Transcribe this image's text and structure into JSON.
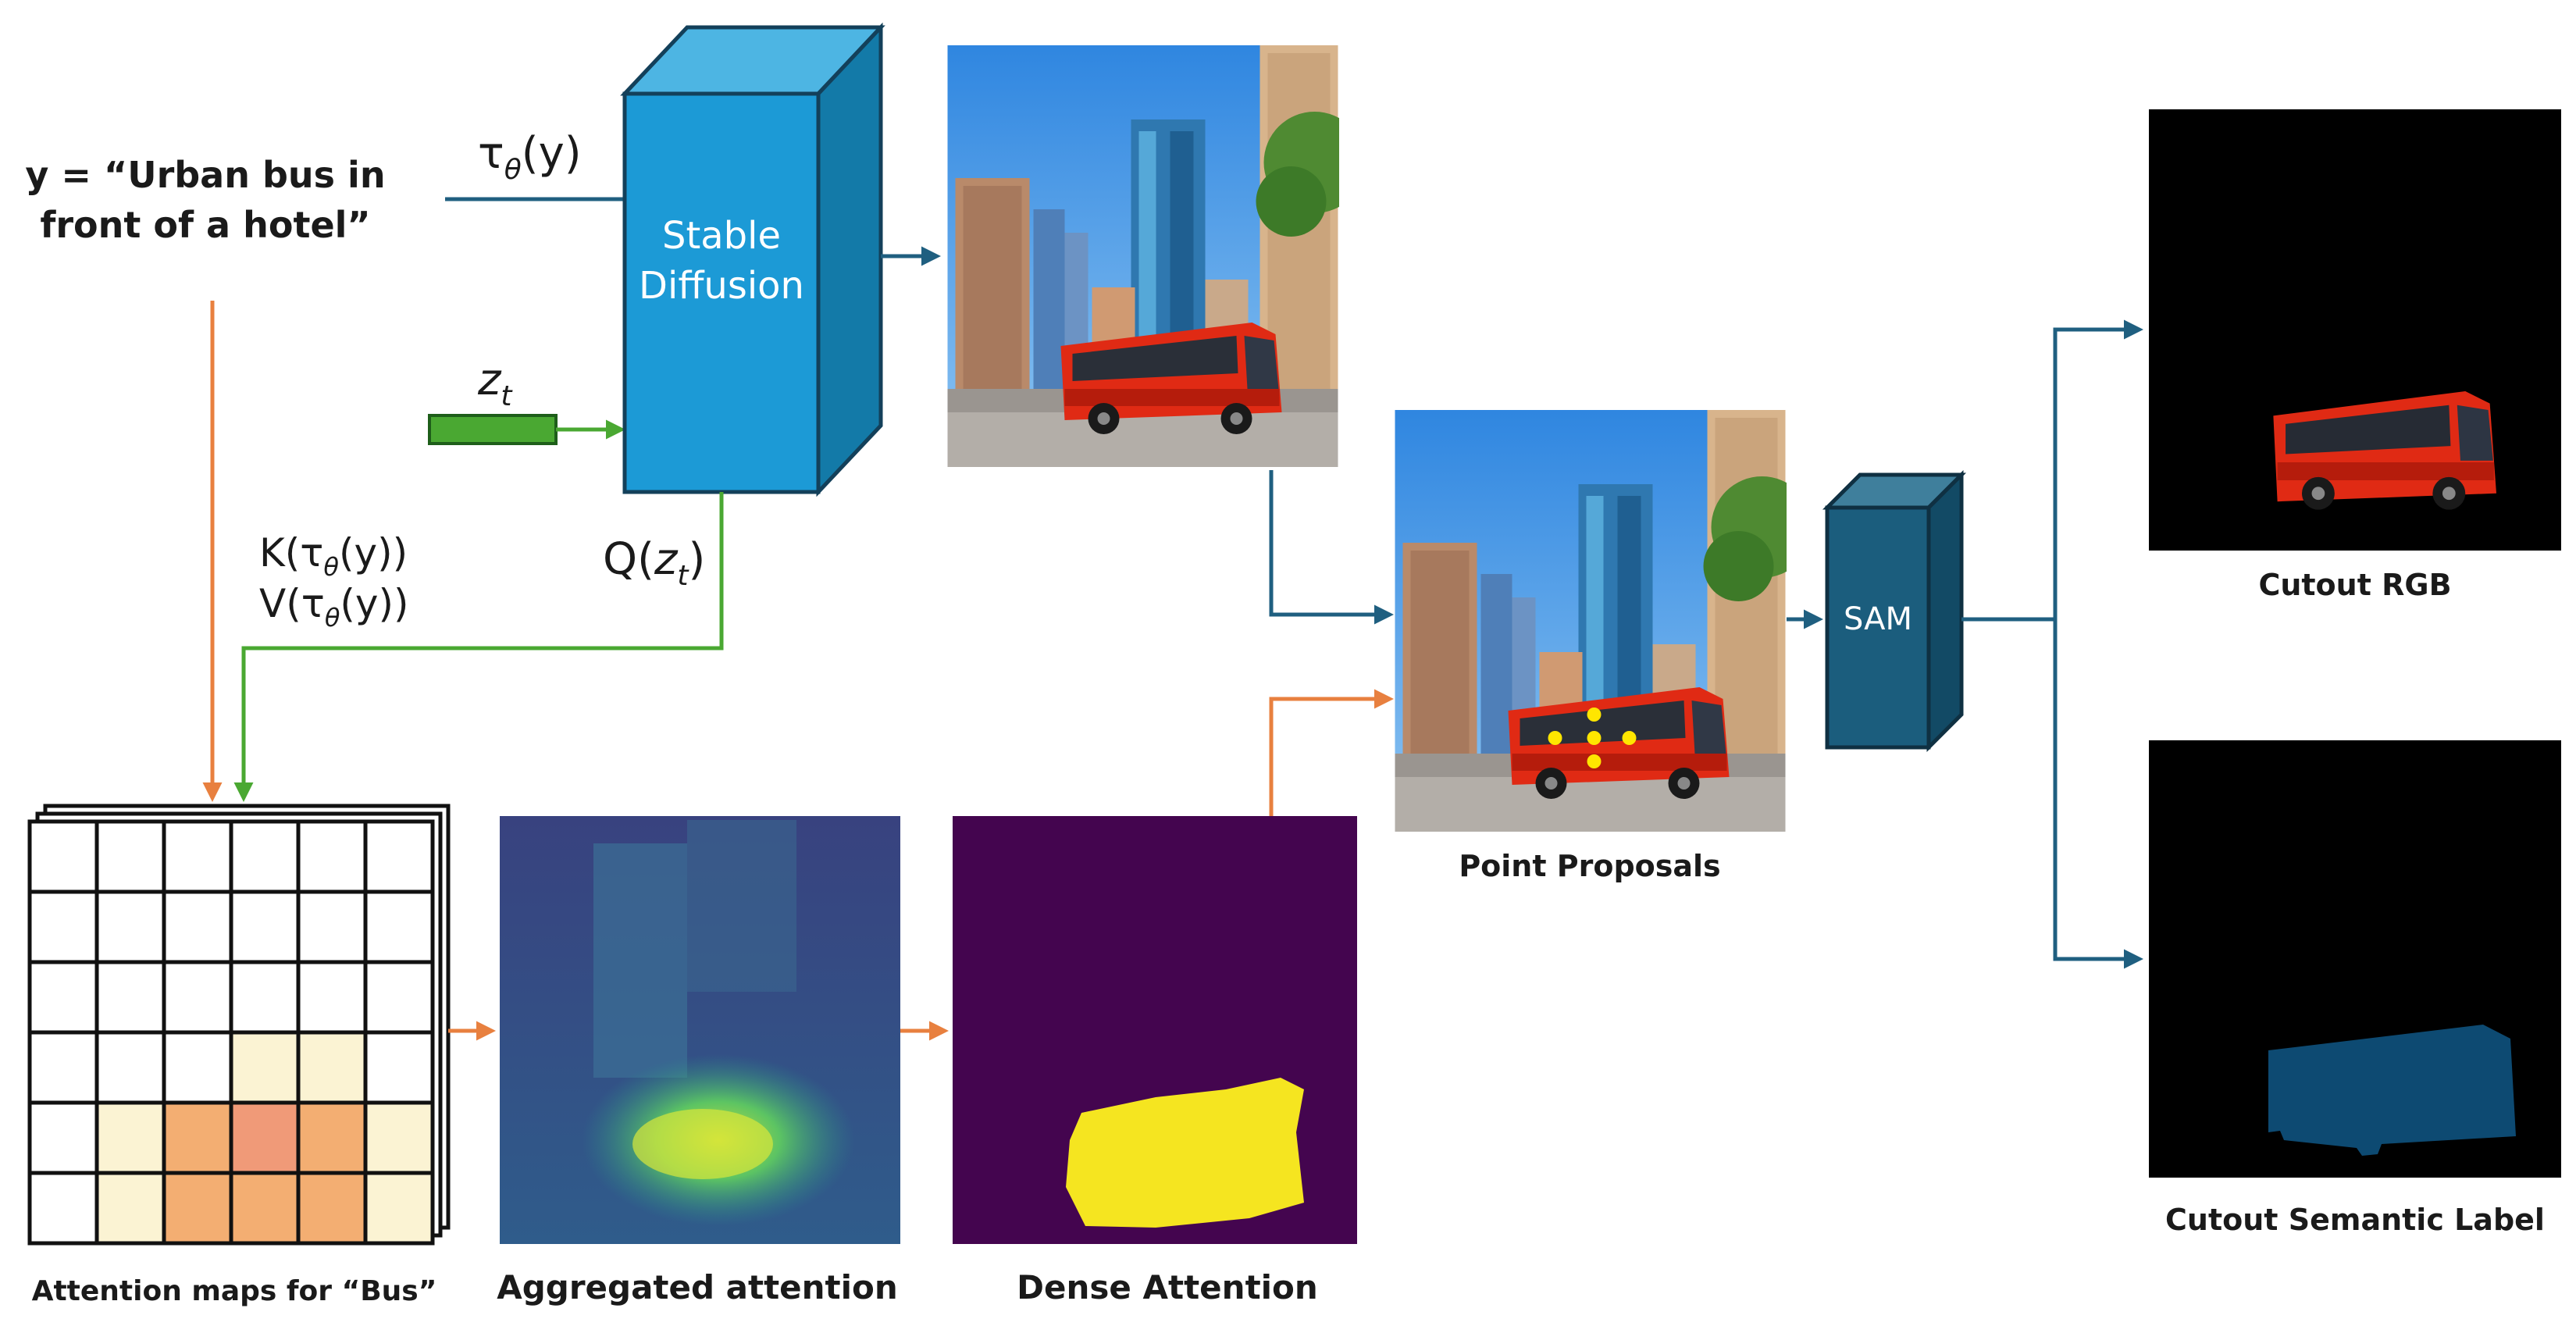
{
  "prompt": {
    "line1": "y = “Urban bus in",
    "line2": "front of a hotel”"
  },
  "labels": {
    "tau": "τθ(y)",
    "tau_main": "τ",
    "tau_sub": "θ",
    "tau_arg": "(y)",
    "zt_main": "z",
    "zt_sub": "t",
    "k_prefix": "K(τ",
    "k_suffix": "(y))",
    "v_prefix": "V(τ",
    "v_suffix": "(y))",
    "theta": "θ",
    "q_prefix": "Q(",
    "q_suffix": ")"
  },
  "blocks": {
    "stable_diffusion_line1": "Stable",
    "stable_diffusion_line2": "Diffusion",
    "sam": "SAM"
  },
  "captions": {
    "attention_maps": "Attention maps for “Bus”",
    "aggregated": "Aggregated attention",
    "dense": "Dense Attention",
    "point_proposals": "Point Proposals",
    "cutout_rgb": "Cutout RGB",
    "cutout_semantic": "Cutout Semantic Label"
  },
  "colors": {
    "blue_arrow": "#1f5f80",
    "green_arrow": "#4aa832",
    "orange_arrow": "#e8803f",
    "sd_front": "#1c9ad6",
    "sd_top": "#4db5e3",
    "sd_side": "#137aa8",
    "sam_front": "#1b5d7d",
    "sam_top": "#3f7f9c",
    "sam_side": "#124a65",
    "dense_bg": "#44054f",
    "dense_blob": "#f5e520",
    "semantic_blob": "#0d4a72"
  }
}
